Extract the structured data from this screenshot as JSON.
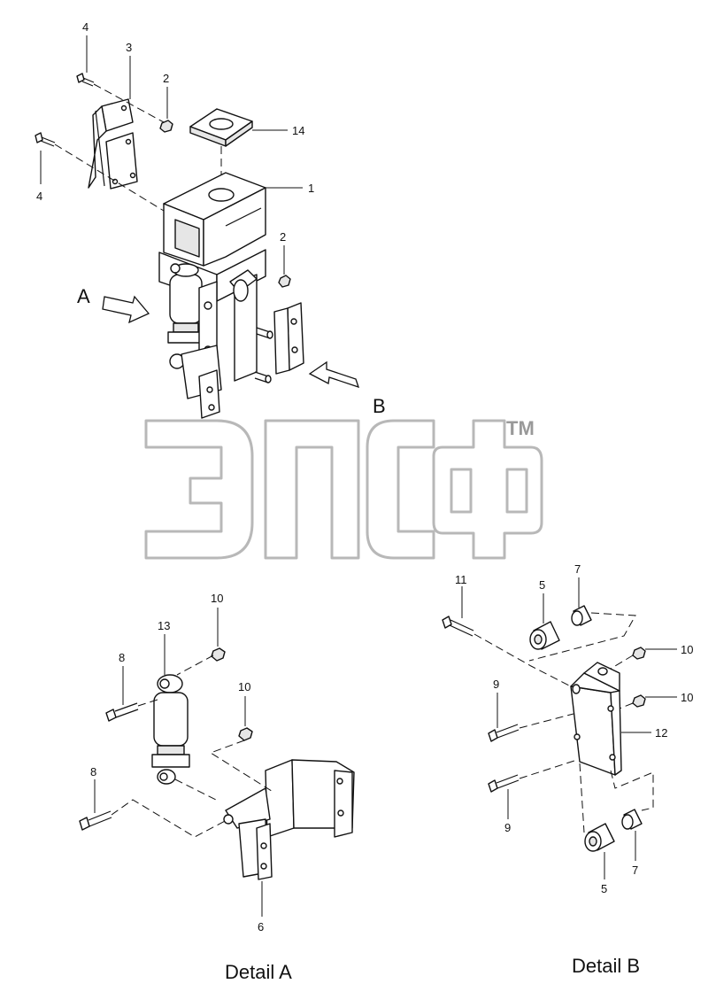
{
  "watermark": {
    "tm": "TM"
  },
  "views": {
    "a": "A",
    "b": "B"
  },
  "detail_labels": {
    "a": "Detail A",
    "b": "Detail B"
  },
  "callouts": {
    "c4_top": "4",
    "c3": "3",
    "c2_top": "2",
    "c14": "14",
    "c4_left": "4",
    "c1": "1",
    "c2_right": "2",
    "a_c10_top": "10",
    "a_c13": "13",
    "a_c8_top": "8",
    "a_c10_mid": "10",
    "a_c8_bot": "8",
    "a_c6": "6",
    "b_c11": "11",
    "b_c5_top": "5",
    "b_c7_top": "7",
    "b_c10_top": "10",
    "b_c9_top": "9",
    "b_c10_mid": "10",
    "b_c12": "12",
    "b_c9_bot": "9",
    "b_c5_bot": "5",
    "b_c7_bot": "7"
  },
  "colors": {
    "ink": "#111111",
    "watermark": "#b8b8b8"
  }
}
